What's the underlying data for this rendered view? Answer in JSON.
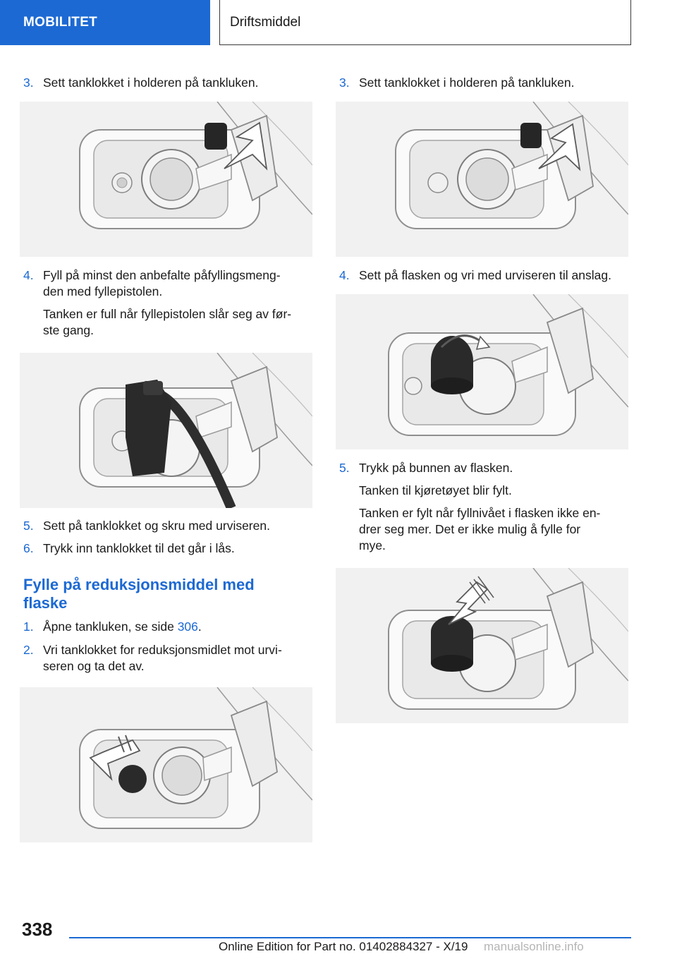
{
  "header": {
    "section": "MOBILITET",
    "title": "Driftsmiddel"
  },
  "left_column": {
    "step3": {
      "num": "3.",
      "text": "Sett tanklokket i holderen på tankluken."
    },
    "step4": {
      "num": "4.",
      "line1": "Fyll på minst den anbefalte påfyllingsmeng-",
      "line2": "den med fyllepistolen."
    },
    "step4_note": {
      "line1": "Tanken er full når fyllepistolen slår seg av før-",
      "line2": "ste gang."
    },
    "step5": {
      "num": "5.",
      "text": "Sett på tanklokket og skru med urviseren."
    },
    "step6": {
      "num": "6.",
      "text": "Trykk inn tanklokket til det går i lås."
    },
    "section_title": {
      "line1": "Fylle på reduksjonsmiddel med",
      "line2": "flaske"
    },
    "sub1": {
      "num": "1.",
      "text_before": "Åpne tankluken, se side ",
      "link": "306",
      "text_after": "."
    },
    "sub2": {
      "num": "2.",
      "line1": "Vri tanklokket for reduksjonsmidlet mot urvi-",
      "line2": "seren og ta det av."
    }
  },
  "right_column": {
    "step3": {
      "num": "3.",
      "text": "Sett tanklokket i holderen på tankluken."
    },
    "step4": {
      "num": "4.",
      "text": "Sett på flasken og vri med urviseren til anslag."
    },
    "step5": {
      "num": "5.",
      "text": "Trykk på bunnen av flasken."
    },
    "step5_note1": "Tanken til kjøretøyet blir fylt.",
    "step5_note2": {
      "line1": "Tanken er fylt når fyllnivået i flasken ikke en-",
      "line2": "drer seg mer. Det er ikke mulig å fylle for",
      "line3": "mye."
    }
  },
  "footer": {
    "page_number": "338",
    "edition": "Online Edition for Part no. 01402884327 - X/19",
    "watermark": "manualsonline.info"
  },
  "colors": {
    "accent": "#1c69d3"
  }
}
